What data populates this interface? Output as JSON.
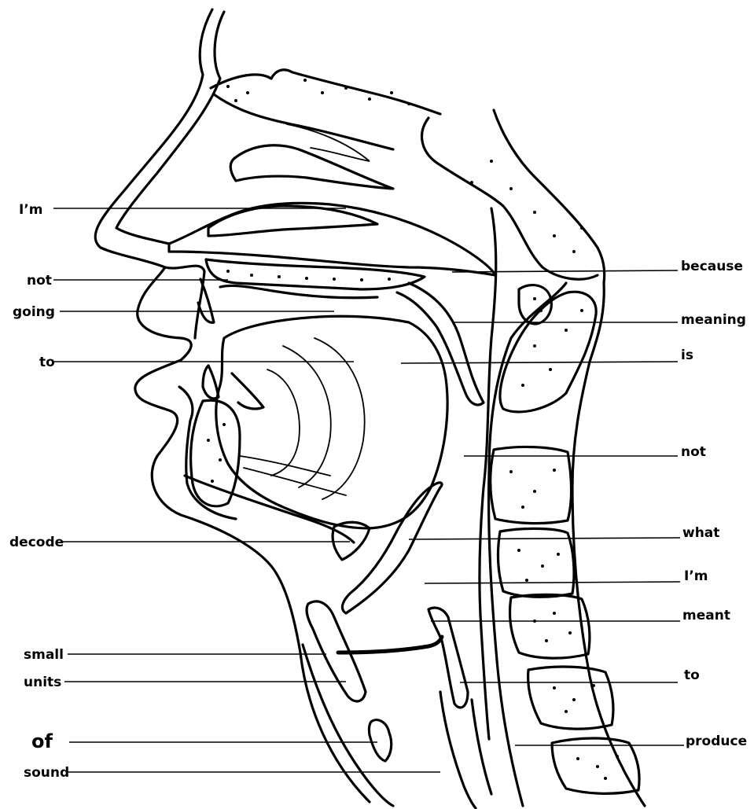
{
  "left_labels": [
    {
      "id": "im-1",
      "text": "I’m"
    },
    {
      "id": "not-1",
      "text": "not"
    },
    {
      "id": "going",
      "text": "going"
    },
    {
      "id": "to-1",
      "text": "to"
    },
    {
      "id": "decode",
      "text": "decode"
    },
    {
      "id": "small",
      "text": "small"
    },
    {
      "id": "units",
      "text": "units"
    },
    {
      "id": "of",
      "text": "of"
    },
    {
      "id": "sound",
      "text": "sound"
    }
  ],
  "right_labels": [
    {
      "id": "because",
      "text": "because"
    },
    {
      "id": "meaning",
      "text": "meaning"
    },
    {
      "id": "is",
      "text": "is"
    },
    {
      "id": "not-2",
      "text": "not"
    },
    {
      "id": "what",
      "text": "what"
    },
    {
      "id": "im-2",
      "text": "I’m"
    },
    {
      "id": "meant",
      "text": "meant"
    },
    {
      "id": "to-2",
      "text": "to"
    },
    {
      "id": "produce",
      "text": "produce"
    }
  ]
}
